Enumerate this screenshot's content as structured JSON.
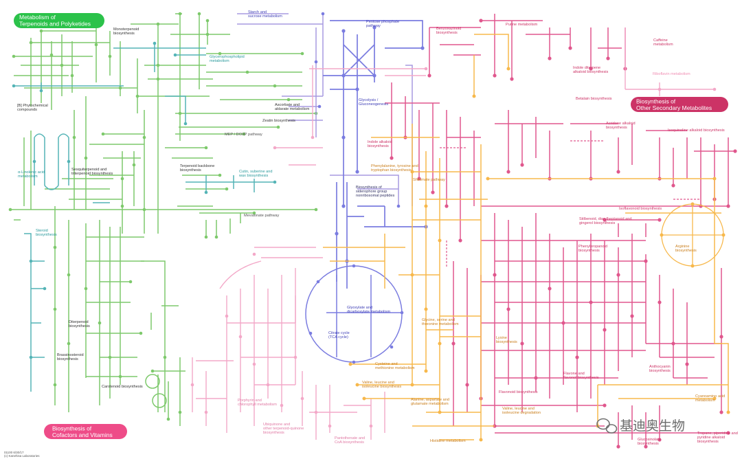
{
  "colors": {
    "green": "#7dc96b",
    "teal": "#54b4b6",
    "blue": "#7a7ce0",
    "pink": "#e0578d",
    "lightpink": "#f3a8c8",
    "orange": "#f7b84b",
    "lavender": "#a79ae0",
    "pill_green": "#2bc24a",
    "pill_red": "#cc3366",
    "pill_pink": "#ee4c88"
  },
  "categories": {
    "terpenoids_line1": "Metabolism of",
    "terpenoids_line2": "Terpenoids and Polyketides",
    "secondary_line1": "Biosynthesis of",
    "secondary_line2": "Other Secondary Metabolites",
    "cofactors_line1": "Biosynthesis of",
    "cofactors_line2": "Cofactors and Vitamins"
  },
  "pathways": {
    "monoterpenoid_1": "Monoterpenoid",
    "monoterpenoid_2": "biosynthesis",
    "starch_1": "Starch and",
    "starch_2": "sucrose metabolism",
    "pentose_1": "Pentose phosphate",
    "pentose_2": "pathway",
    "benzoxazinoid_1": "Benzoxazinoid",
    "benzoxazinoid_2": "biosynthesis",
    "purine": "Purine metabolism",
    "caffeine_1": "Caffeine",
    "caffeine_2": "metabolism",
    "glycerophospholipid_1": "Glycerophospholipid",
    "glycerophospholipid_2": "metabolism",
    "indole_diterpene_1": "Indole diterpene",
    "indole_diterpene_2": "alkaloid biosynthesis",
    "riboflavin": "Riboflavin metabolism",
    "phytochemical_1": "[B] Phytochemical",
    "phytochemical_2": "compounds",
    "ascorbate_1": "Ascorbate and",
    "ascorbate_2": "aldarate metabolism",
    "glycolysis_1": "Glycolysis /",
    "glycolysis_2": "Gluconeogenesis",
    "betalain": "Betalain biosynthesis",
    "zeatin": "Zeatin biosynthesis",
    "acridone_1": "Acridone alkaloid",
    "acridone_2": "biosynthesis",
    "isoquinoline": "Isoquinoline alkaloid biosynthesis",
    "mep": "MEP / DOXP pathway",
    "indole_alkaloid_1": "Indole alkaloid",
    "indole_alkaloid_2": "biosynthesis",
    "linolenic_1": "α-Linolenic acid",
    "linolenic_2": "metabolism",
    "sesquiterpenoid_1": "Sesquiterpenoid and",
    "sesquiterpenoid_2": "triterpenoid biosynthesis",
    "terpenoid_backbone_1": "Terpenoid backbone",
    "terpenoid_backbone_2": "biosynthesis",
    "cutin_1": "Cutin, suberine and",
    "cutin_2": "wax biosynthesis",
    "phenylalanine_1": "Phenylalanine, tyrosine and",
    "phenylalanine_2": "tryptophan biosynthesis",
    "shikimate": "Shikimate pathway",
    "siderophore_1": "Biosynthesis of",
    "siderophore_2": "siderophore group",
    "siderophore_3": "nonribosomal peptides",
    "isoflavonoid": "Isoflavonoid biosynthesis",
    "mevalonate": "Mevalonate pathway",
    "stilbenoid_1": "Stilbenoid, diarylheptanoid and",
    "stilbenoid_2": "gingerol biosynthesis",
    "steroid_1": "Steroid",
    "steroid_2": "biosynthesis",
    "arginine_1": "Arginine",
    "arginine_2": "biosynthesis",
    "phenylpropanoid_1": "Phenylpropanoid",
    "phenylpropanoid_2": "biosynthesis",
    "glyoxylate_1": "Glyoxylate and",
    "glyoxylate_2": "dicarboxylate metabolism",
    "diterpenoid_1": "Diterpenoid",
    "diterpenoid_2": "biosynthesis",
    "citrate_1": "Citrate cycle",
    "citrate_2": "(TCA cycle)",
    "cysteine_ser_1": "Glycine, serine and",
    "cysteine_ser_2": "threonine metabolism",
    "lysine_1": "Lysine",
    "lysine_2": "biosynthesis",
    "brassinosteroid_1": "Brassinosteroid",
    "brassinosteroid_2": "biosynthesis",
    "cysteine_met_1": "Cysteine and",
    "cysteine_met_2": "methionine metabolism",
    "anthocyanin_1": "Anthocyanin",
    "anthocyanin_2": "biosynthesis",
    "flavone_1": "Flavone and",
    "flavone_2": "flavonol biosynthesis",
    "valine_1": "Valine, leucine and",
    "valine_2": "isoleucine biosynthesis",
    "carotenoid": "Carotenoid biosynthesis",
    "flavonoid": "Flavonoid biosynthesis",
    "alanine_1": "Alanine, aspartate and",
    "alanine_2": "glutamate metabolism",
    "cyanoamino_1": "Cyanoamino acid",
    "cyanoamino_2": "metabolism",
    "porphyrin_1": "Porphyrin and",
    "porphyrin_2": "chlorophyll metabolism",
    "valine_deg_1": "Valine, leucine and",
    "valine_deg_2": "isoleucine degradation",
    "ubiquinone_1": "Ubiquinone and",
    "ubiquinone_2": "other terpenoid-quinone",
    "ubiquinone_3": "biosynthesis",
    "pantothenate_1": "Pantothenate and",
    "pantothenate_2": "CoA biosynthesis",
    "histidine": "Histidine metabolism",
    "glucosinolate_1": "Glucosinolate",
    "glucosinolate_2": "biosynthesis",
    "tropane_1": "Tropane, piperidine and",
    "tropane_2": "pyridine alkaloid",
    "tropane_3": "biosynthesis"
  },
  "footer": {
    "line1": "01100 6/30/17",
    "line2": "(c) Kanehisa Laboratories"
  },
  "watermark": {
    "text": "基迪奥生物"
  }
}
